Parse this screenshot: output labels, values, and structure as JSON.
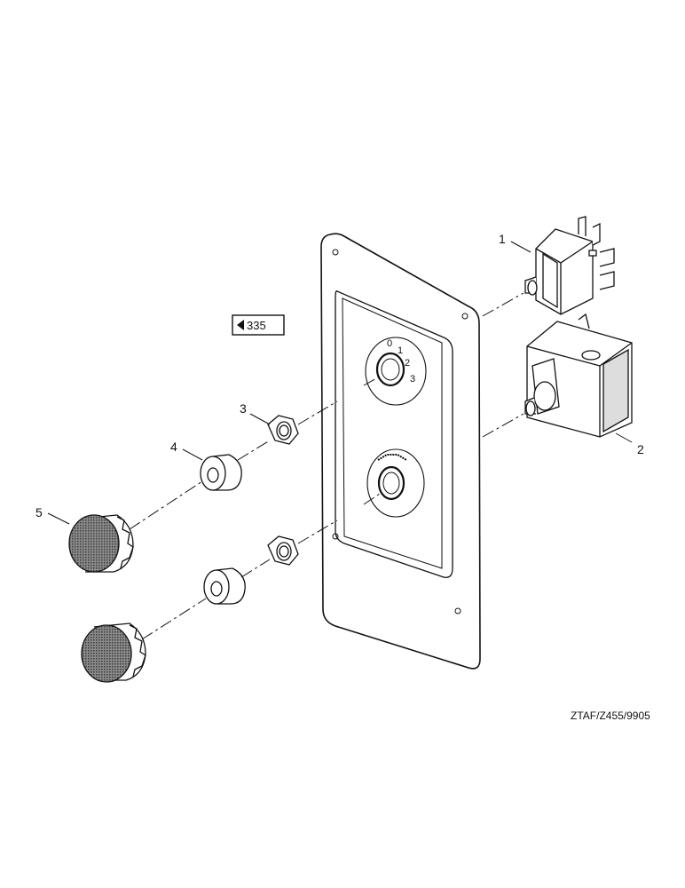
{
  "page_reference": {
    "arrow_icon": "left-arrow-icon",
    "number": "335"
  },
  "callouts": [
    "1",
    "2",
    "3",
    "4",
    "5"
  ],
  "dial_positions": [
    "0",
    "1",
    "2",
    "3"
  ],
  "drawing_code": "ZTAF/Z455/9905"
}
